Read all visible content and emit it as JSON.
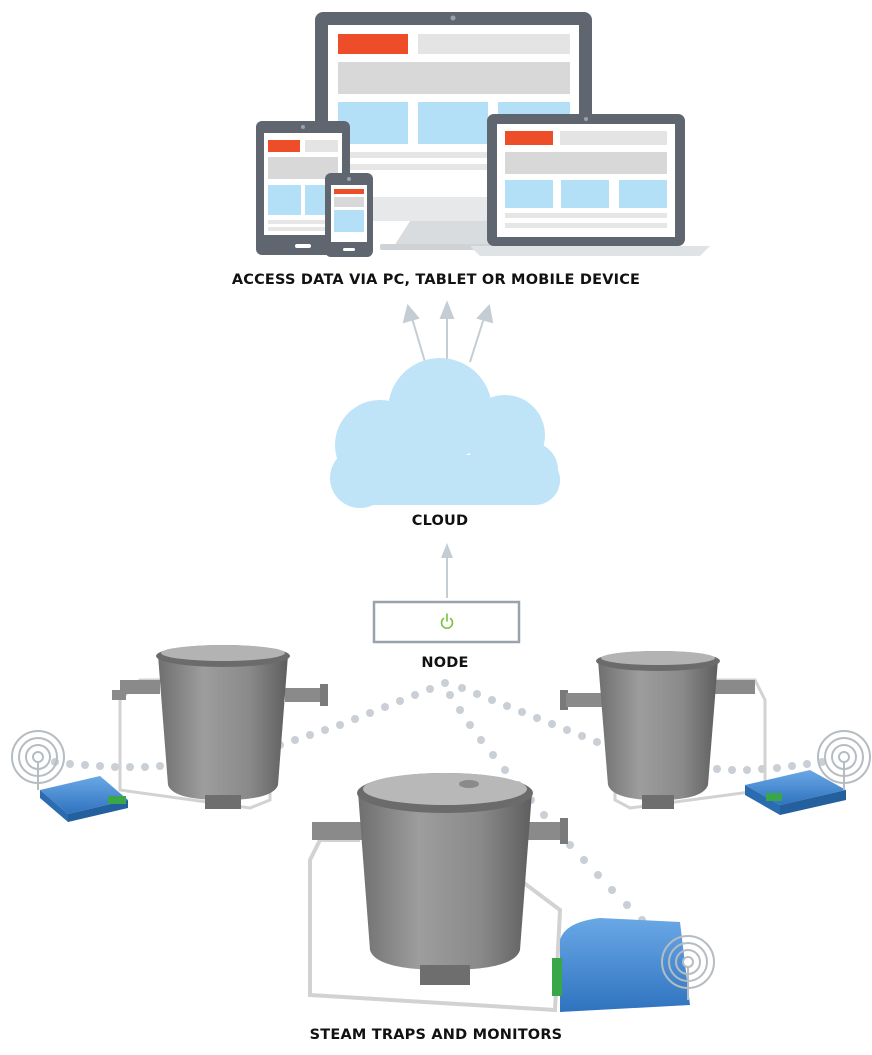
{
  "labels": {
    "devices": "ACCESS DATA VIA PC, TABLET OR MOBILE DEVICE",
    "cloud": "CLOUD",
    "node": "NODE",
    "traps": "STEAM TRAPS AND MONITORS"
  },
  "icons": {
    "node_power": "power-icon",
    "wireless": "wireless-signal-icon"
  },
  "colors": {
    "device_frame": "#5f6670",
    "screen_accent": "#ee4d2a",
    "screen_block": "#b3e0f7",
    "screen_gray": "#d8d8d8",
    "cloud": "#bfe3f7",
    "arrow": "#c4cdd4",
    "node_border": "#9aa3ab",
    "power_green": "#7ac143",
    "trap_gray": "#8e8e8e",
    "monitor_blue": "#4a90d9",
    "dots": "#c9cfd4"
  }
}
